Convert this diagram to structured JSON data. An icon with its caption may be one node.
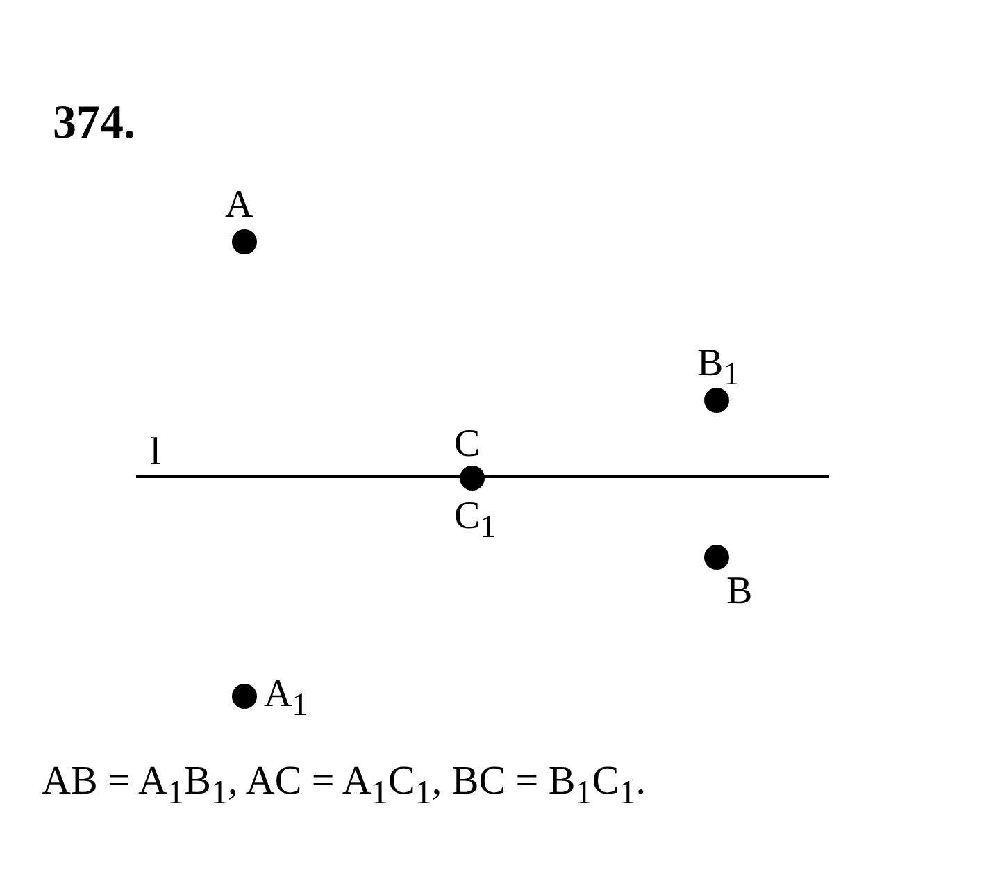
{
  "diagram": {
    "title": "374.",
    "nodes": [
      {
        "text": [
          "A"
        ]
      },
      {
        "text": [
          "B$_{1}$"
        ]
      },
      {
        "text": [
          "C",
          "C$_{1}$"
        ]
      },
      {
        "text": [
          "B"
        ]
      },
      {
        "text": [
          "A$_{1}$"
        ]
      }
    ],
    "labels": [
      "l"
    ],
    "caption": "AB = A$_{1}$B$_{1}$, AC = A$_{1}$C$_{1}$, BC = B$_{1}$C$_{1}$."
  }
}
